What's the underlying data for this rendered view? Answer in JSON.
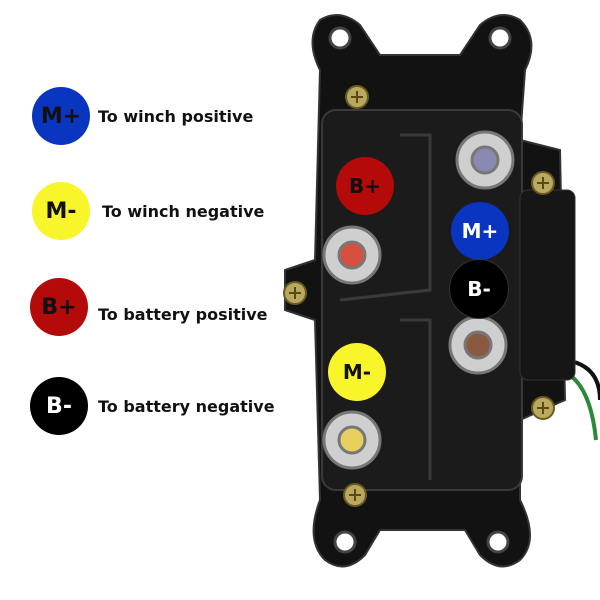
{
  "legend": [
    {
      "code": "M+",
      "text": "To winch positive",
      "color": "#0a35c0",
      "text_color": "#111111"
    },
    {
      "code": "M-",
      "text": "To winch negative",
      "color": "#f8f52a",
      "text_color": "#111111"
    },
    {
      "code": "B+",
      "text": "To battery positive",
      "color": "#b40a0a",
      "text_color": "#111111"
    },
    {
      "code": "B-",
      "text": "To battery negative",
      "color": "#000000",
      "text_color": "#ffffff"
    }
  ],
  "device_labels": {
    "b_plus": "B+",
    "m_plus": "M+",
    "b_minus": "B-",
    "m_minus": "M-"
  }
}
